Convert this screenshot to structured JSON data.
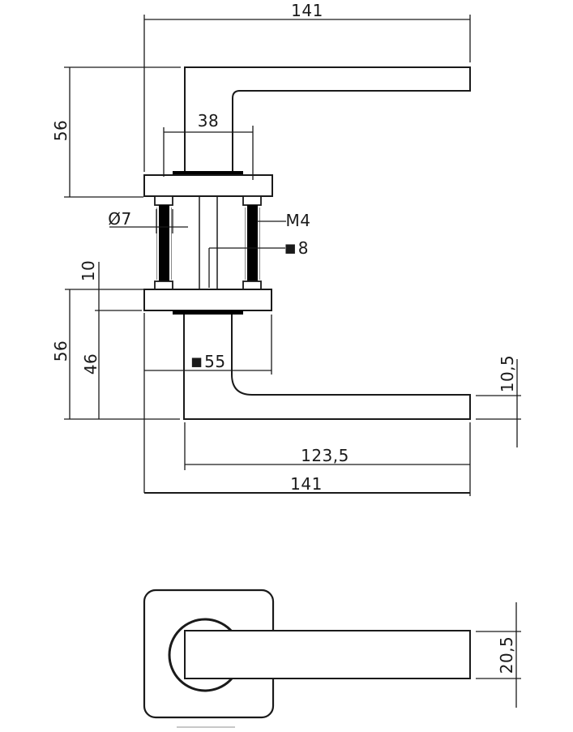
{
  "drawing": {
    "labels": {
      "total_length_top": "141",
      "height_upper": "56",
      "neck_plate_width": "38",
      "bolt_diameter": "Ø7",
      "bolt_thread": "M4",
      "square_symbol": "■",
      "spindle_size": "8",
      "rose_thickness": "10",
      "height_lower": "56",
      "inner_height": "46",
      "rose_width": "55",
      "lever_thickness_side": "10,5",
      "lever_length": "123,5",
      "total_length_bottom": "141",
      "lever_width_front": "20,5"
    },
    "line_color": "#1a1a1a"
  }
}
